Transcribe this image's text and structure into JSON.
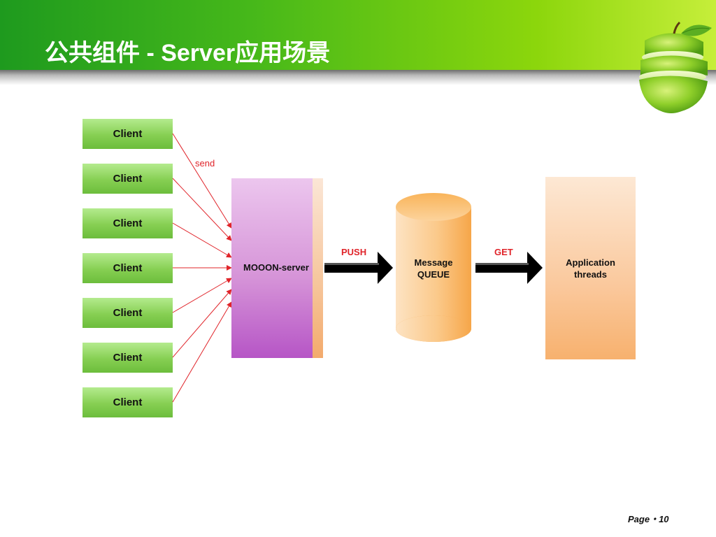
{
  "header": {
    "title": "公共组件 - Server应用场景"
  },
  "clients": [
    {
      "label": "Client"
    },
    {
      "label": "Client"
    },
    {
      "label": "Client"
    },
    {
      "label": "Client"
    },
    {
      "label": "Client"
    },
    {
      "label": "Client"
    },
    {
      "label": "Client"
    }
  ],
  "edges": {
    "send_label": "send",
    "push_label": "PUSH",
    "get_label": "GET"
  },
  "server": {
    "label": "MOOON-server"
  },
  "queue": {
    "label_line1": "Message",
    "label_line2": "QUEUE"
  },
  "app": {
    "label_line1": "Application",
    "label_line2": "threads"
  },
  "footer": {
    "page_label": "Page・10"
  },
  "colors": {
    "header_green": "#46b81a",
    "client_green": "#86cf52",
    "server_purple": "#c77ad0",
    "queue_orange": "#f9b860",
    "arrow_red": "#e0242a"
  }
}
